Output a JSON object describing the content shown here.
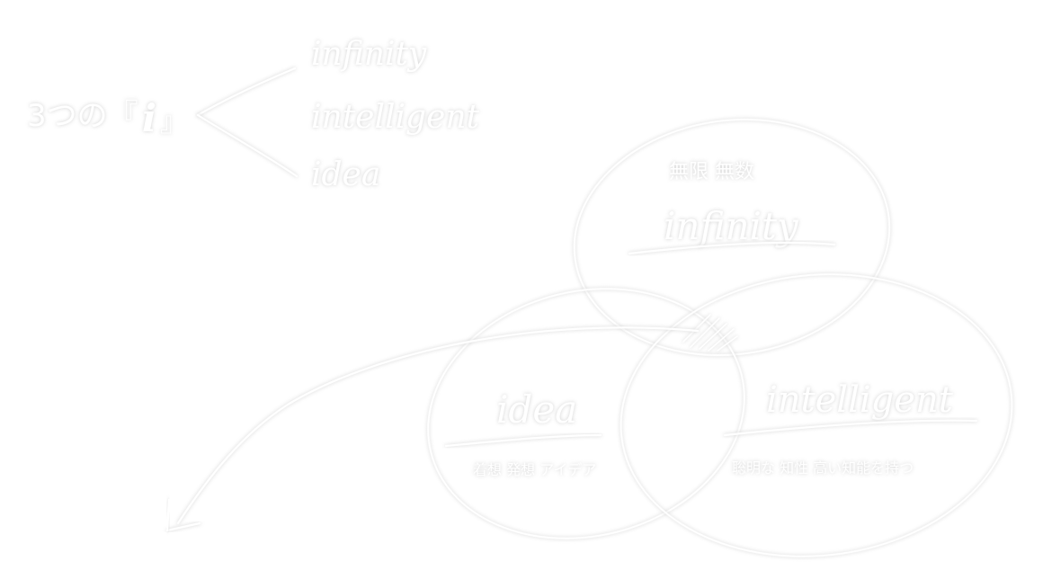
{
  "title": {
    "prefix": "3つの『",
    "letter": "i",
    "suffix": "』"
  },
  "branches": [
    {
      "label": "infinity"
    },
    {
      "label": "intelligent"
    },
    {
      "label": "idea"
    }
  ],
  "circles": {
    "infinity": {
      "title": "infinity",
      "subtitle": "無限 無数"
    },
    "idea": {
      "title": "idea",
      "subtitle": "着想 発想 アイデア"
    },
    "intelligent": {
      "title": "intelligent",
      "subtitle": "聡明な 知性 高い知能を持つ"
    }
  },
  "colors": {
    "stroke": "#ffffff",
    "glow": "#d8d8d8"
  }
}
